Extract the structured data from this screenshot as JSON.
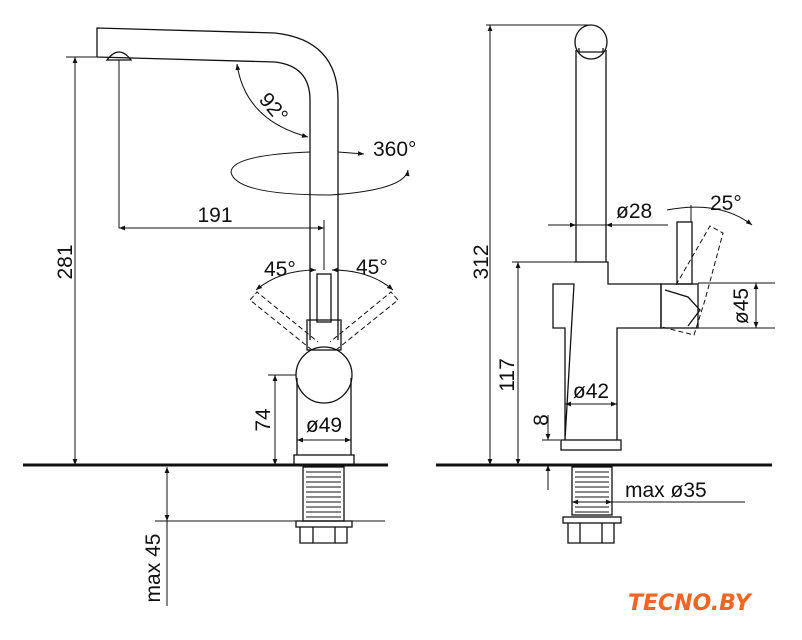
{
  "side_view_labels": {
    "height_total": "281",
    "reach": "191",
    "spout_angle": "92°",
    "rotation": "360°",
    "lever_left": "45°",
    "lever_right": "45°",
    "body_height": "74",
    "body_diameter": "ø49",
    "max_thickness": "max 45"
  },
  "front_view_labels": {
    "height_total": "312",
    "spout_diameter": "ø28",
    "lever_angle": "25°",
    "body_height": "117",
    "base_diameter": "ø42",
    "plate_height": "8",
    "handle_diameter": "ø45",
    "hole_diameter": "max ø35"
  },
  "logo": "TECNO.BY",
  "colors": {
    "line": "#111111",
    "logo": "#f26522"
  }
}
